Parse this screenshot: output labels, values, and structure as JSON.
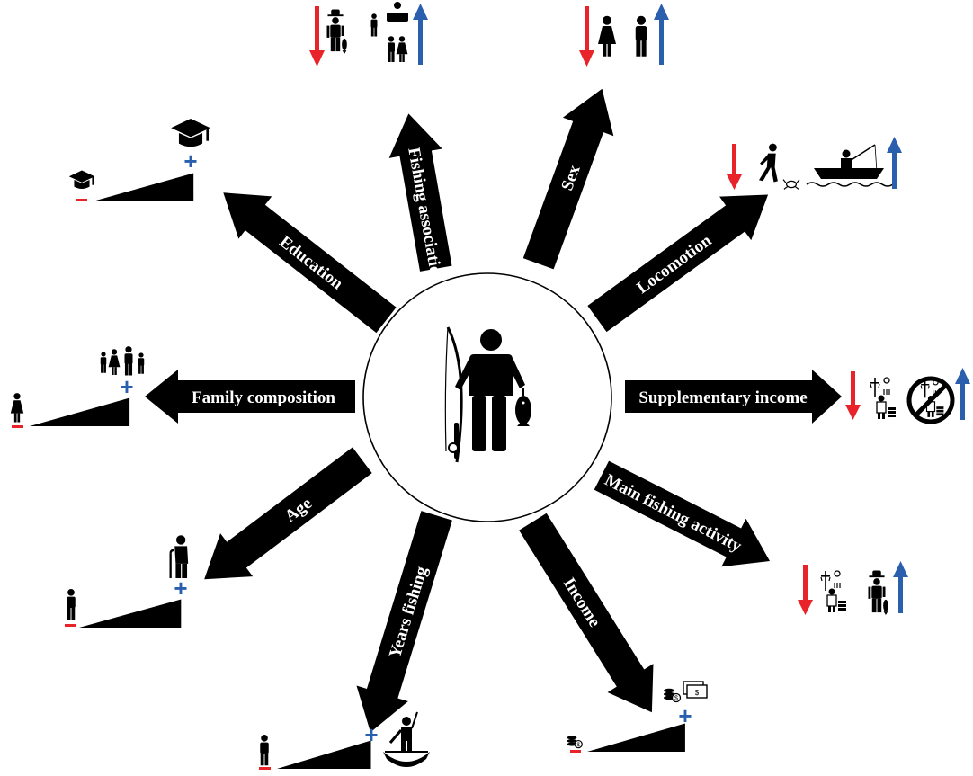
{
  "center": {
    "icon": "fisher-with-rod-and-fish-icon"
  },
  "colors": {
    "arrow": "#000000",
    "decrease": "#e8232a",
    "increase": "#2a5fae",
    "circle_stroke": "#000000"
  },
  "signs": {
    "plus": "+",
    "minus": "−"
  },
  "arrows": [
    {
      "id": "fishing-association",
      "label": "Fishing association",
      "icons": [
        "fisher-icon",
        "association-members-icon"
      ]
    },
    {
      "id": "sex",
      "label": "Sex",
      "icons": [
        "woman-icon",
        "man-icon"
      ]
    },
    {
      "id": "locomotion",
      "label": "Locomotion",
      "icons": [
        "walking-crab-collector-icon",
        "fisher-in-boat-icon"
      ]
    },
    {
      "id": "supplementary-income",
      "label": "Supplementary income",
      "icons": [
        "other-work-icon",
        "no-other-work-icon"
      ]
    },
    {
      "id": "main-fishing-activity",
      "label": "Main fishing activity",
      "icons": [
        "other-work-icon",
        "fisher-icon"
      ]
    },
    {
      "id": "income",
      "label": "Income",
      "icons": [
        "small-coins-icon",
        "coins-and-bills-icon"
      ]
    },
    {
      "id": "years-fishing",
      "label": "Years fishing",
      "icons": [
        "young-person-icon",
        "fisher-in-canoe-icon"
      ]
    },
    {
      "id": "age",
      "label": "Age",
      "icons": [
        "young-person-icon",
        "elderly-person-icon"
      ]
    },
    {
      "id": "family-composition",
      "label": "Family composition",
      "icons": [
        "single-person-icon",
        "family-icon"
      ]
    },
    {
      "id": "education",
      "label": "Education",
      "icons": [
        "small-graduation-cap-icon",
        "graduation-cap-icon"
      ]
    }
  ]
}
